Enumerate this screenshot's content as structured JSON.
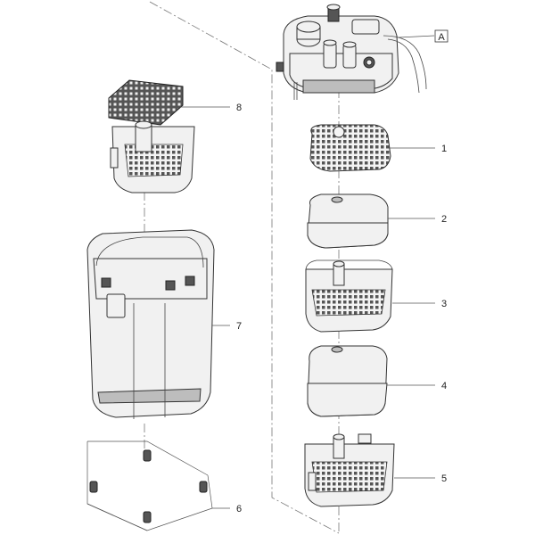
{
  "callouts": {
    "A": "A",
    "c1": "1",
    "c2": "2",
    "c3": "3",
    "c4": "4",
    "c5": "5",
    "c6": "6",
    "c7": "7",
    "c8": "8"
  }
}
